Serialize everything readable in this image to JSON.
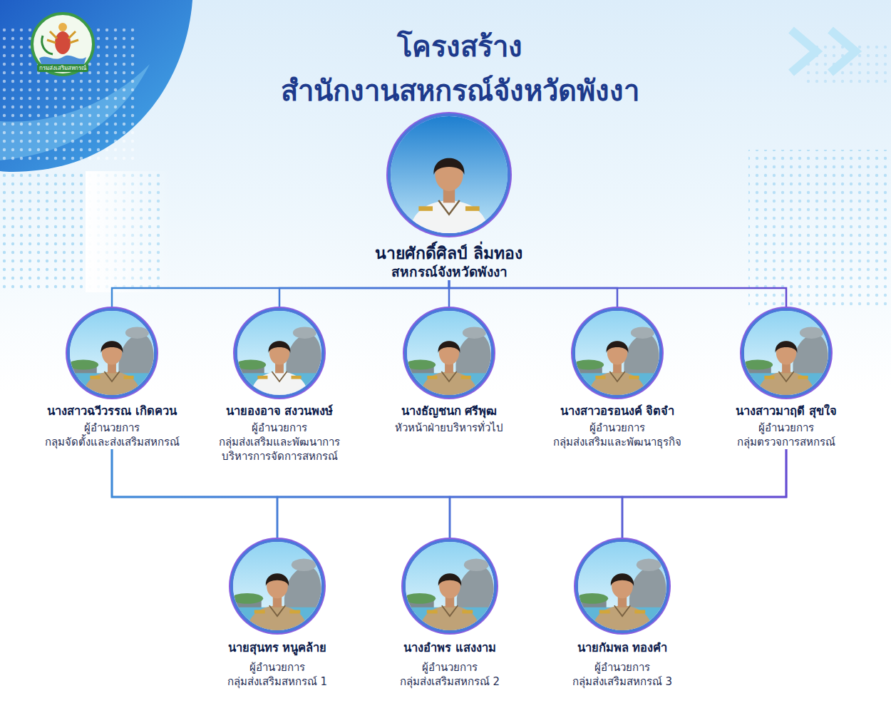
{
  "diagram": {
    "title": "โครงสร้าง สำนักงานสหกรณ์จังหวัดพังงา",
    "nodes": [
      {
        "text": [
          "นายศักดิ์ศิลป์ ลิ่มทอง",
          "สหกรณ์จังหวัดพังงา"
        ]
      },
      {
        "text": [
          "นางสาวฉวีวรรณ เกิดควน",
          "ผู้อำนวยการ กลุมจัดตั้งและส่งเสริมสหกรณ์"
        ]
      },
      {
        "text": [
          "นายองอาจ สงวนพงษ์",
          "ผู้อำนวยการ กลุ่มส่งเสริมและพัฒนาการ บริหารการจัดการสหกรณ์"
        ]
      },
      {
        "text": [
          "นางธัญชนก ศรีพุฒ",
          "หัวหน้าฝ่ายบริหารทั่วไป"
        ]
      },
      {
        "text": [
          "นางสาวอรอนงค์ จิตจำ",
          "ผู้อำนวยการ กลุ่มส่งเสริมและพัฒนาธุรกิจ"
        ]
      },
      {
        "text": [
          "นางสาวมาฤดี สุขใจ",
          "ผู้อำนวยการ กลุ่มตรวจการสหกรณ์"
        ]
      },
      {
        "text": [
          "นายสุนทร หนูคล้าย",
          "ผู้อำนวยการ กลุ่มส่งเสริมสหกรณ์ 1"
        ]
      },
      {
        "text": [
          "นางอำพร แสงงาม",
          "ผู้อำนวยการ กลุ่มส่งเสริมสหกรณ์ 2"
        ]
      },
      {
        "text": [
          "นายกัมพล ทองคำ",
          "ผู้อำนวยการ กลุ่มส่งเสริมสหกรณ์ 3"
        ]
      }
    ],
    "edges": [
      {
        "from": 0,
        "to": 1,
        "arrow": "none"
      },
      {
        "from": 0,
        "to": 2,
        "arrow": "none"
      },
      {
        "from": 0,
        "to": 3,
        "arrow": "none"
      },
      {
        "from": 0,
        "to": 4,
        "arrow": "none"
      },
      {
        "from": 0,
        "to": 5,
        "arrow": "none"
      },
      {
        "from": 1,
        "to": 6,
        "arrow": "none"
      },
      {
        "from": 1,
        "to": 7,
        "arrow": "none"
      },
      {
        "from": 1,
        "to": 8,
        "arrow": "none"
      },
      {
        "from": 5,
        "to": 6,
        "arrow": "none"
      },
      {
        "from": 5,
        "to": 7,
        "arrow": "none"
      },
      {
        "from": 5,
        "to": 8,
        "arrow": "none"
      }
    ],
    "labels": [
      "กรมส่งเสริมสหกรณ์"
    ]
  }
}
